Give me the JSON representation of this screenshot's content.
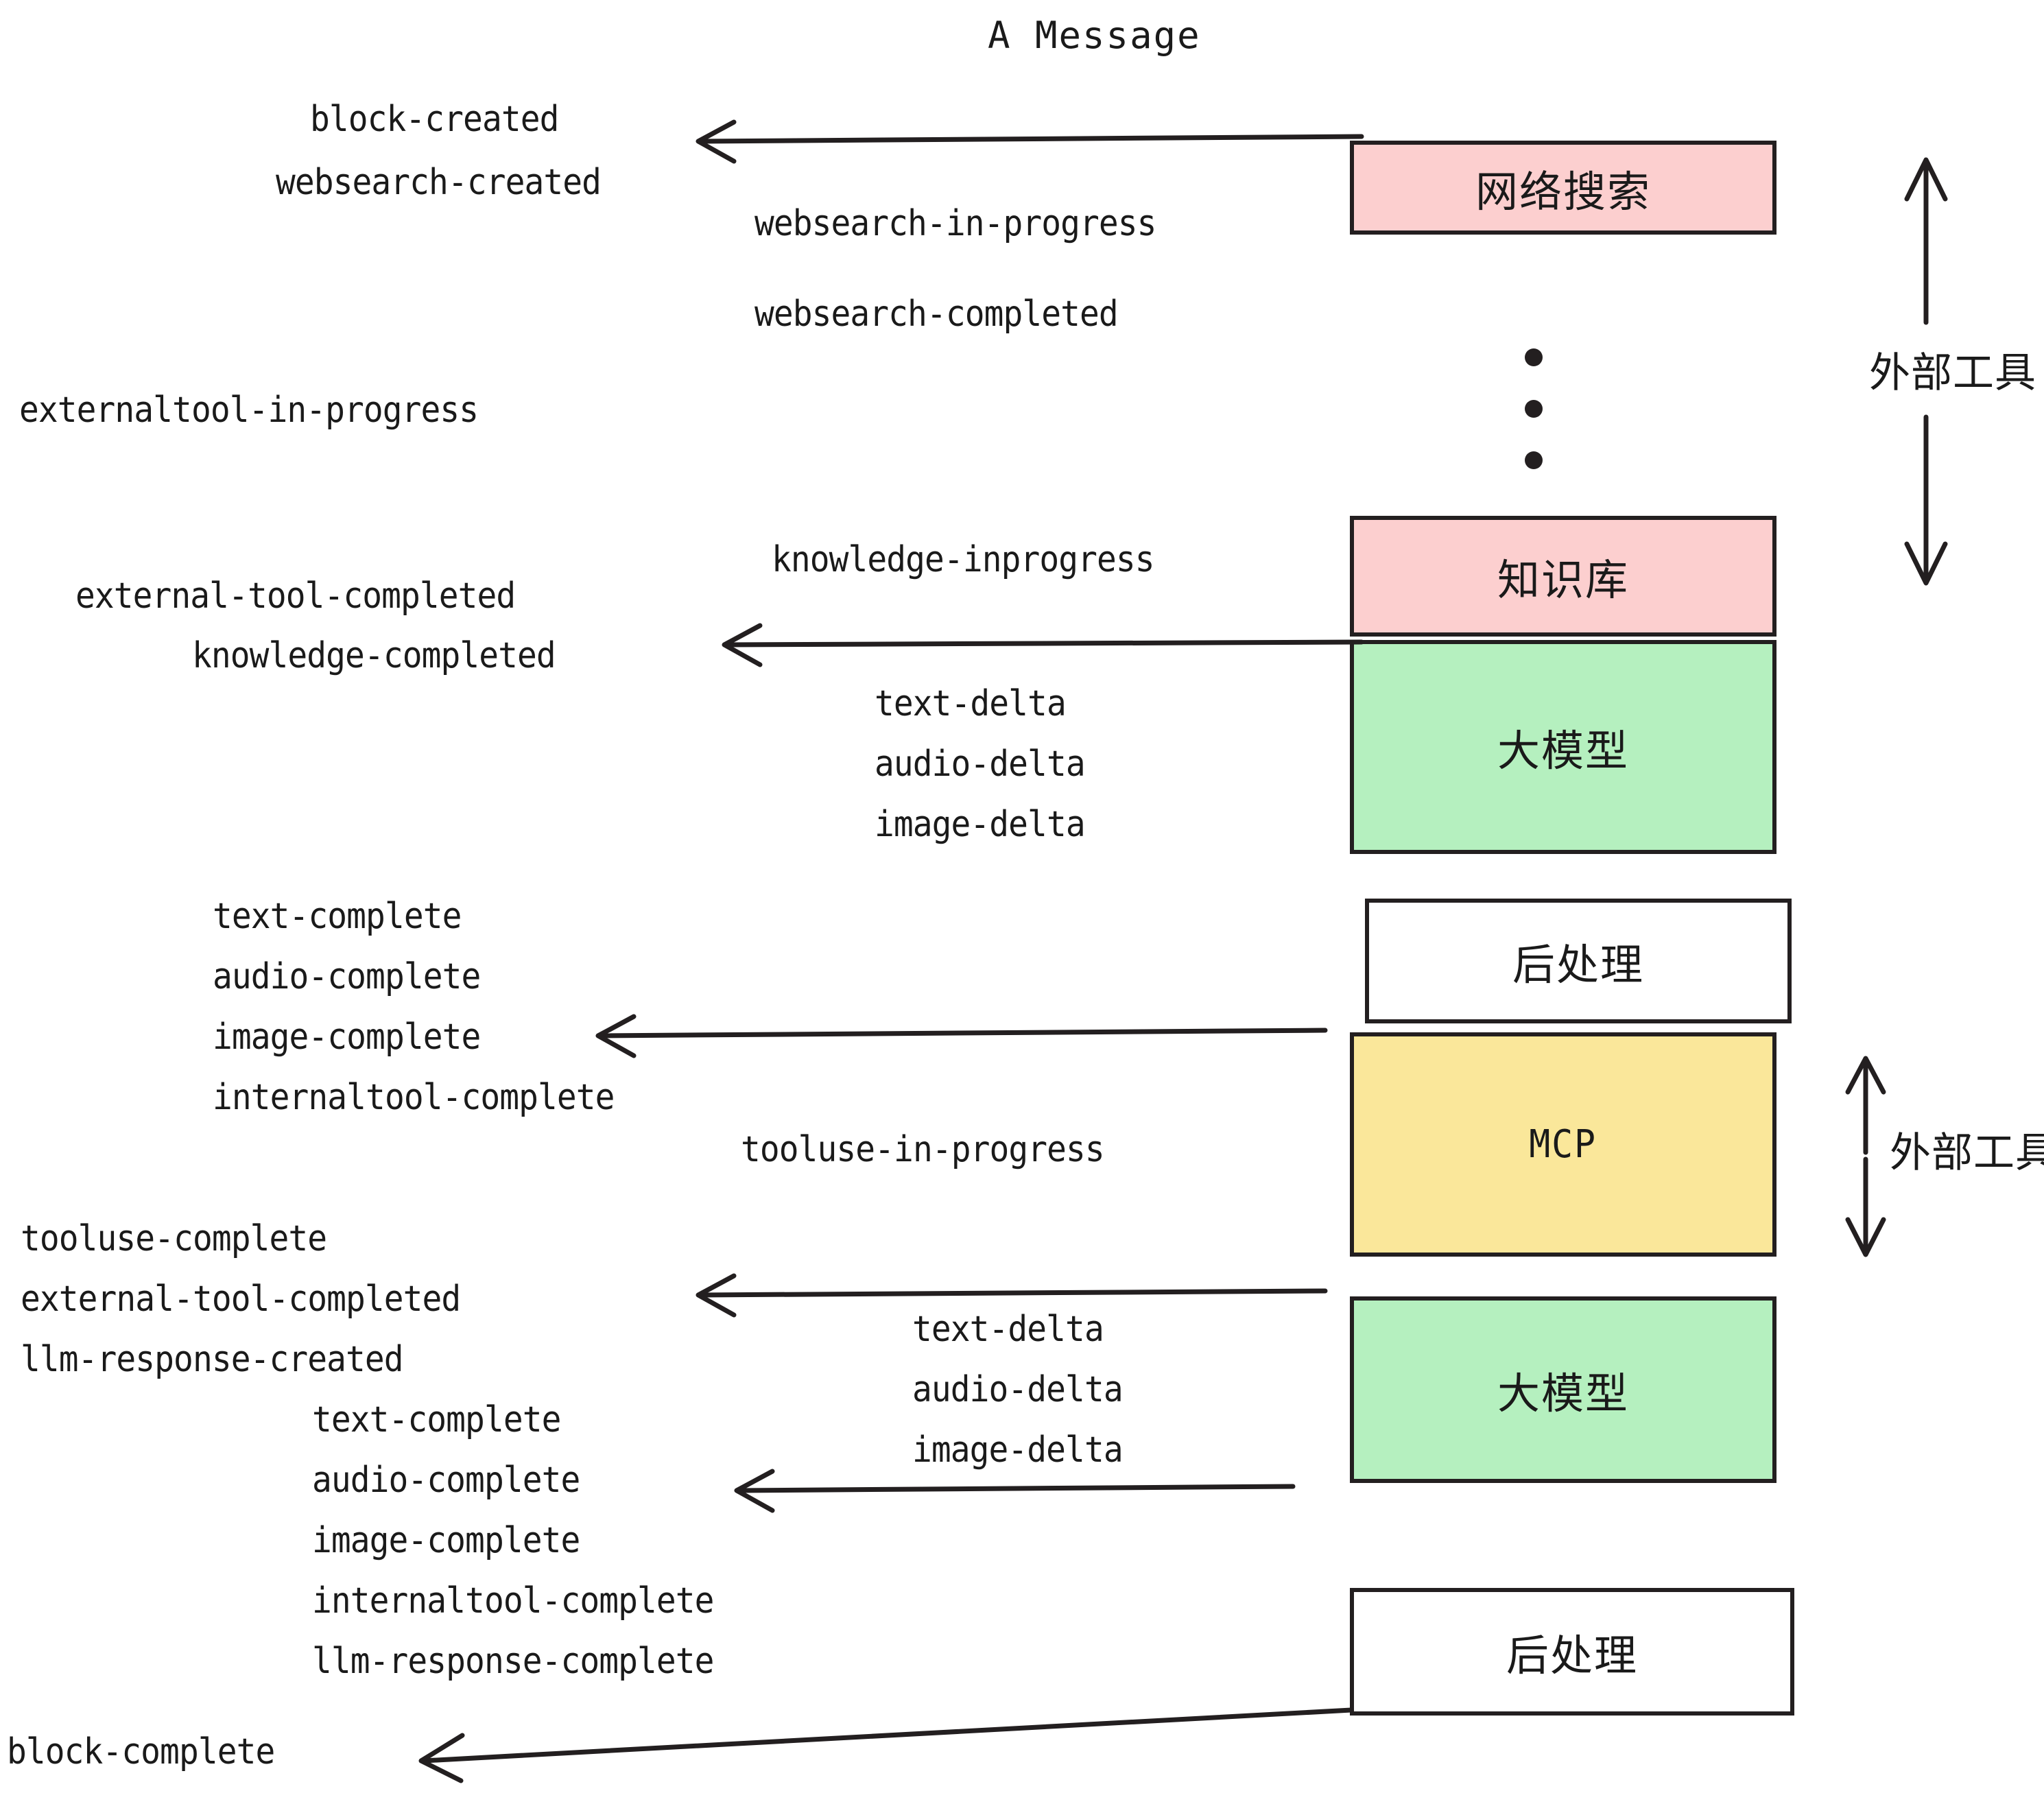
{
  "title": "A Message",
  "colors": {
    "pink": "#fccfcf",
    "green": "#b5f0bf",
    "yellow": "#fae79a",
    "white": "#ffffff",
    "stroke": "#231f20",
    "text": "#1a1a1a"
  },
  "nodes": [
    {
      "id": "websearch",
      "label": "网络搜索",
      "fill": "#fccfcf",
      "script": "cjk"
    },
    {
      "id": "knowledgebase",
      "label": "知识库",
      "fill": "#fccfcf",
      "script": "cjk"
    },
    {
      "id": "llm-1",
      "label": "大模型",
      "fill": "#b5f0bf",
      "script": "cjk"
    },
    {
      "id": "postprocess-1",
      "label": "后处理",
      "fill": "#ffffff",
      "script": "cjk"
    },
    {
      "id": "mcp",
      "label": "MCP",
      "fill": "#fae79a",
      "script": "latin"
    },
    {
      "id": "llm-2",
      "label": "大模型",
      "fill": "#b5f0bf",
      "script": "cjk"
    },
    {
      "id": "postprocess-2",
      "label": "后处理",
      "fill": "#ffffff",
      "script": "cjk"
    }
  ],
  "group_labels": [
    {
      "id": "external-tools-top",
      "label": "外部工具"
    },
    {
      "id": "external-tools-bottom",
      "label": "外部工具"
    }
  ],
  "events": [
    {
      "id": "block-created",
      "label": "block-created"
    },
    {
      "id": "websearch-created",
      "label": "websearch-created"
    },
    {
      "id": "websearch-in-progress",
      "label": "websearch-in-progress"
    },
    {
      "id": "websearch-completed",
      "label": "websearch-completed"
    },
    {
      "id": "externaltool-in-progress",
      "label": "externaltool-in-progress"
    },
    {
      "id": "knowledge-inprogress",
      "label": "knowledge-inprogress"
    },
    {
      "id": "external-tool-completed-1",
      "label": "external-tool-completed"
    },
    {
      "id": "knowledge-completed",
      "label": "knowledge-completed"
    },
    {
      "id": "text-delta-1",
      "label": "text-delta"
    },
    {
      "id": "audio-delta-1",
      "label": "audio-delta"
    },
    {
      "id": "image-delta-1",
      "label": "image-delta"
    },
    {
      "id": "text-complete-1",
      "label": "text-complete"
    },
    {
      "id": "audio-complete-1",
      "label": "audio-complete"
    },
    {
      "id": "image-complete-1",
      "label": "image-complete"
    },
    {
      "id": "internaltool-complete-1",
      "label": "internaltool-complete"
    },
    {
      "id": "tooluse-in-progress",
      "label": "tooluse-in-progress"
    },
    {
      "id": "tooluse-complete",
      "label": "tooluse-complete"
    },
    {
      "id": "external-tool-completed-2",
      "label": "external-tool-completed"
    },
    {
      "id": "llm-response-created",
      "label": "llm-response-created"
    },
    {
      "id": "text-complete-2",
      "label": "text-complete"
    },
    {
      "id": "audio-complete-2",
      "label": "audio-complete"
    },
    {
      "id": "image-complete-2",
      "label": "image-complete"
    },
    {
      "id": "internaltool-complete-2",
      "label": "internaltool-complete"
    },
    {
      "id": "llm-response-complete",
      "label": "llm-response-complete"
    },
    {
      "id": "text-delta-2",
      "label": "text-delta"
    },
    {
      "id": "audio-delta-2",
      "label": "audio-delta"
    },
    {
      "id": "image-delta-2",
      "label": "image-delta"
    },
    {
      "id": "block-complete",
      "label": "block-complete"
    }
  ]
}
